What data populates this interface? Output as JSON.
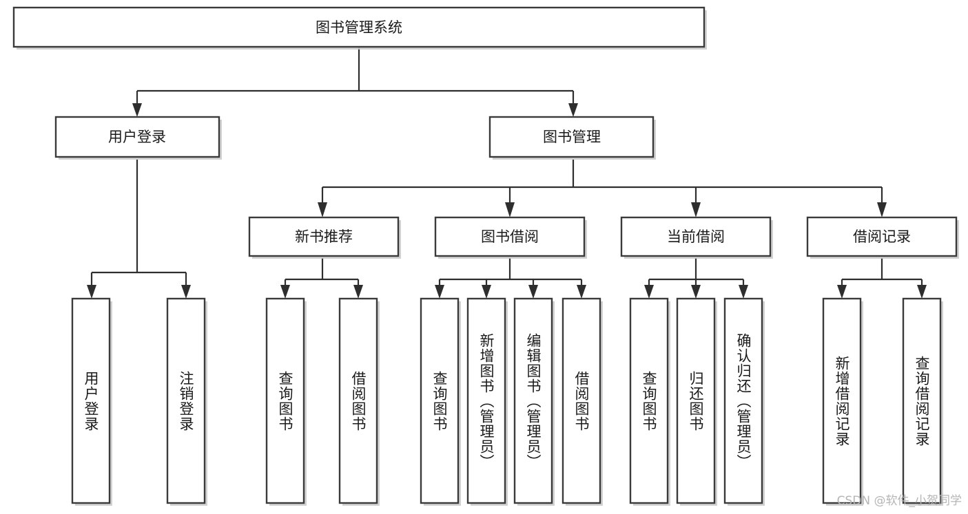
{
  "diagram": {
    "type": "hierarchy-tree",
    "title": "图书管理系统",
    "levels": 4,
    "root": {
      "id": "root",
      "label": "图书管理系统",
      "orientation": "horizontal"
    },
    "level2": [
      {
        "id": "user-login",
        "label": "用户登录",
        "orientation": "horizontal"
      },
      {
        "id": "book-management",
        "label": "图书管理",
        "orientation": "horizontal"
      }
    ],
    "level3": [
      {
        "id": "new-book-recommend",
        "label": "新书推荐",
        "orientation": "horizontal",
        "parent": "book-management"
      },
      {
        "id": "book-borrow",
        "label": "图书借阅",
        "orientation": "horizontal",
        "parent": "book-management"
      },
      {
        "id": "current-borrow",
        "label": "当前借阅",
        "orientation": "horizontal",
        "parent": "book-management"
      },
      {
        "id": "borrow-record",
        "label": "借阅记录",
        "orientation": "horizontal",
        "parent": "book-management"
      }
    ],
    "leaves": [
      {
        "id": "leaf-user-login",
        "label": "用户登录",
        "parent": "user-login",
        "orientation": "vertical"
      },
      {
        "id": "leaf-user-logout",
        "label": "注销登录",
        "parent": "user-login",
        "orientation": "vertical"
      },
      {
        "id": "leaf-query-book-1",
        "label": "查询图书",
        "parent": "new-book-recommend",
        "orientation": "vertical"
      },
      {
        "id": "leaf-borrow-book-1",
        "label": "借阅图书",
        "parent": "new-book-recommend",
        "orientation": "vertical"
      },
      {
        "id": "leaf-query-book-2",
        "label": "查询图书",
        "parent": "book-borrow",
        "orientation": "vertical"
      },
      {
        "id": "leaf-add-book",
        "label": "新增图书（管理员）",
        "parent": "book-borrow",
        "orientation": "vertical"
      },
      {
        "id": "leaf-edit-book",
        "label": "编辑图书（管理员）",
        "parent": "book-borrow",
        "orientation": "vertical"
      },
      {
        "id": "leaf-borrow-book-2",
        "label": "借阅图书",
        "parent": "book-borrow",
        "orientation": "vertical"
      },
      {
        "id": "leaf-query-book-3",
        "label": "查询图书",
        "parent": "current-borrow",
        "orientation": "vertical"
      },
      {
        "id": "leaf-return-book",
        "label": "归还图书",
        "parent": "current-borrow",
        "orientation": "vertical"
      },
      {
        "id": "leaf-confirm-return",
        "label": "确认归还（管理员）",
        "parent": "current-borrow",
        "orientation": "vertical"
      },
      {
        "id": "leaf-add-record",
        "label": "新增借阅记录",
        "parent": "borrow-record",
        "orientation": "vertical"
      },
      {
        "id": "leaf-query-record",
        "label": "查询借阅记录",
        "parent": "borrow-record",
        "orientation": "vertical"
      }
    ],
    "watermark": "CSDN @软件_小贺同学",
    "colors": {
      "box_fill": "#ffffff",
      "box_stroke": "#3a3a3a",
      "connector": "#2e2e2e",
      "text": "#1a1a1a",
      "watermark": "#b5b5b5",
      "background": "#ffffff"
    }
  }
}
